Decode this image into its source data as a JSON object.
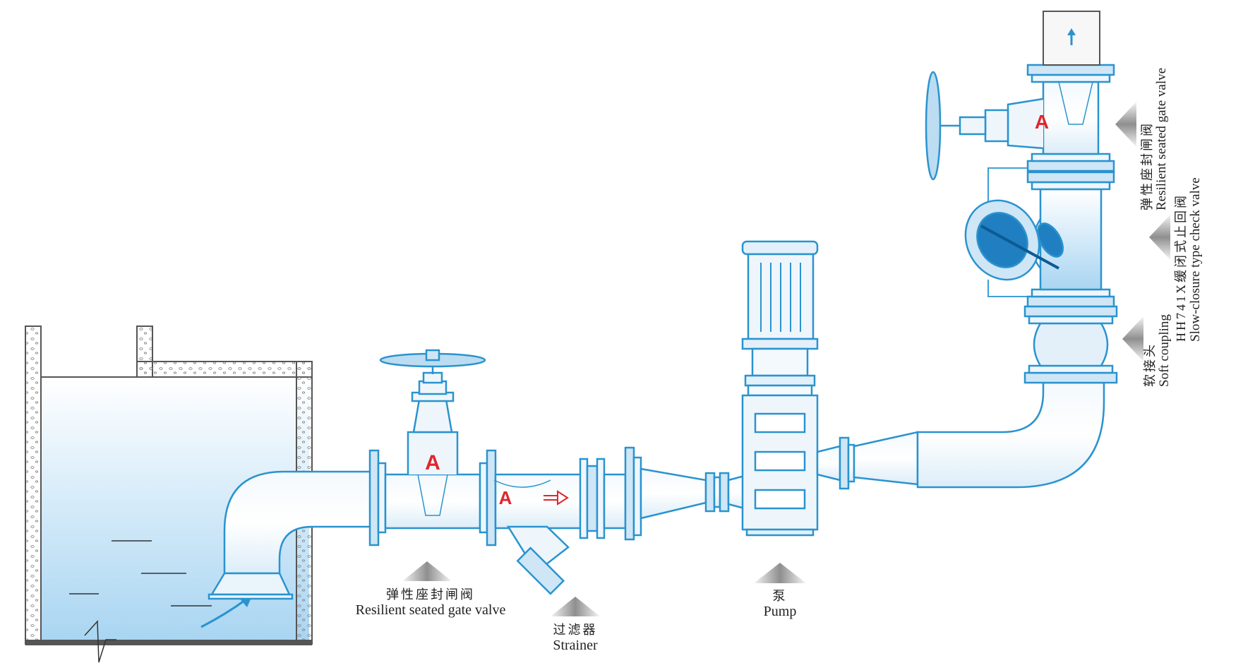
{
  "labels": {
    "gate_valve_bottom": {
      "zh": "弹性座封闸阀",
      "en": "Resilient seated gate valve"
    },
    "strainer": {
      "zh": "过滤器",
      "en": "Strainer"
    },
    "pump": {
      "zh": "泵",
      "en": "Pump"
    },
    "gate_valve_top": {
      "zh": "弹性座封闸阀",
      "en": "Resilient seated gate valve"
    },
    "check_valve": {
      "zh": "HH741X缓闭式止回阀",
      "en": "Slow-closure type check valve"
    },
    "soft_coupling": {
      "zh": "软接头",
      "en": "Soft coupling"
    }
  },
  "brand_mark": "A",
  "colors": {
    "outline": "#2a93cf",
    "fill": "#e8f3fb",
    "water": "#bfe0f5",
    "brand_red": "#e0262b",
    "wall": "#6a6a6a",
    "pointer": "#b5b5b5"
  }
}
